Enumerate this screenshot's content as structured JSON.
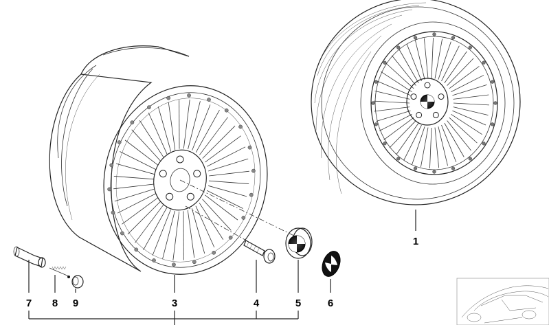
{
  "diagram": {
    "callouts": [
      {
        "id": "c1",
        "label": "1",
        "part": "complete-wheel-with-tire"
      },
      {
        "id": "c3",
        "label": "3",
        "part": "light-alloy-rim"
      },
      {
        "id": "c4",
        "label": "4",
        "part": "wheel-bolt"
      },
      {
        "id": "c5",
        "label": "5",
        "part": "hub-cap"
      },
      {
        "id": "c6",
        "label": "6",
        "part": "emblem"
      },
      {
        "id": "c7",
        "label": "7",
        "part": "tire-valve"
      },
      {
        "id": "c8",
        "label": "8",
        "part": "valve-core"
      },
      {
        "id": "c9",
        "label": "9",
        "part": "valve-cap"
      }
    ]
  }
}
